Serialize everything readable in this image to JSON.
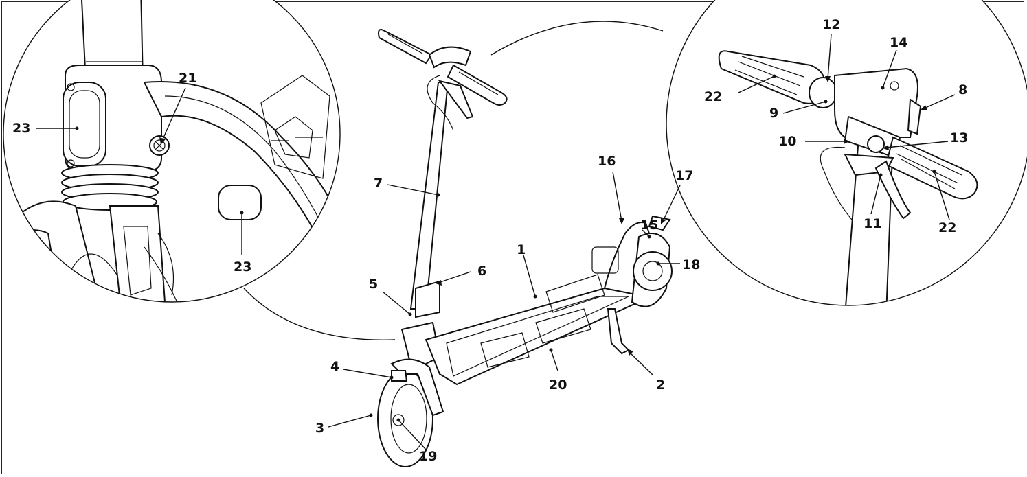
{
  "colors": {
    "line": "#111111",
    "background": "#ffffff"
  },
  "callouts": [
    {
      "id": "1",
      "text": "1"
    },
    {
      "id": "2",
      "text": "2"
    },
    {
      "id": "3",
      "text": "3"
    },
    {
      "id": "4",
      "text": "4"
    },
    {
      "id": "5",
      "text": "5"
    },
    {
      "id": "6",
      "text": "6"
    },
    {
      "id": "7",
      "text": "7"
    },
    {
      "id": "8",
      "text": "8"
    },
    {
      "id": "9",
      "text": "9"
    },
    {
      "id": "10",
      "text": "10"
    },
    {
      "id": "11",
      "text": "11"
    },
    {
      "id": "12",
      "text": "12"
    },
    {
      "id": "13",
      "text": "13"
    },
    {
      "id": "14",
      "text": "14"
    },
    {
      "id": "15",
      "text": "15"
    },
    {
      "id": "16",
      "text": "16"
    },
    {
      "id": "17",
      "text": "17"
    },
    {
      "id": "18",
      "text": "18"
    },
    {
      "id": "19",
      "text": "19"
    },
    {
      "id": "20",
      "text": "20"
    },
    {
      "id": "21",
      "text": "21"
    },
    {
      "id": "22a",
      "text": "22"
    },
    {
      "id": "22b",
      "text": "22"
    },
    {
      "id": "23a",
      "text": "23"
    },
    {
      "id": "23b",
      "text": "23"
    }
  ]
}
